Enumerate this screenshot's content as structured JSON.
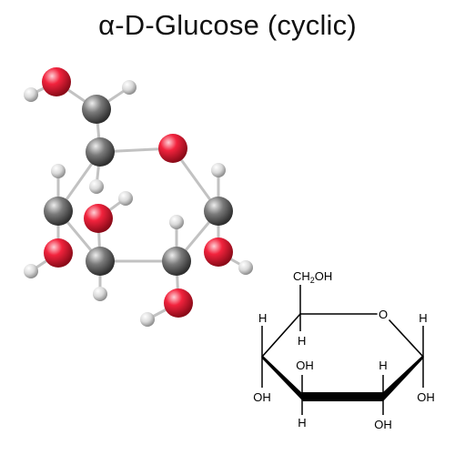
{
  "title": "α-D-Glucose (cyclic)",
  "colors": {
    "carbon": "#6f6f6f",
    "oxygen": "#e01f35",
    "hydrogen": "#dedede",
    "bond": "#c2c2c2",
    "line": "#000000"
  },
  "haworth": {
    "ch2oh_prefix": "CH",
    "ch2oh_sub": "2",
    "ch2oh_suffix": "OH",
    "ring_o": "O",
    "h": "H",
    "oh": "OH"
  }
}
